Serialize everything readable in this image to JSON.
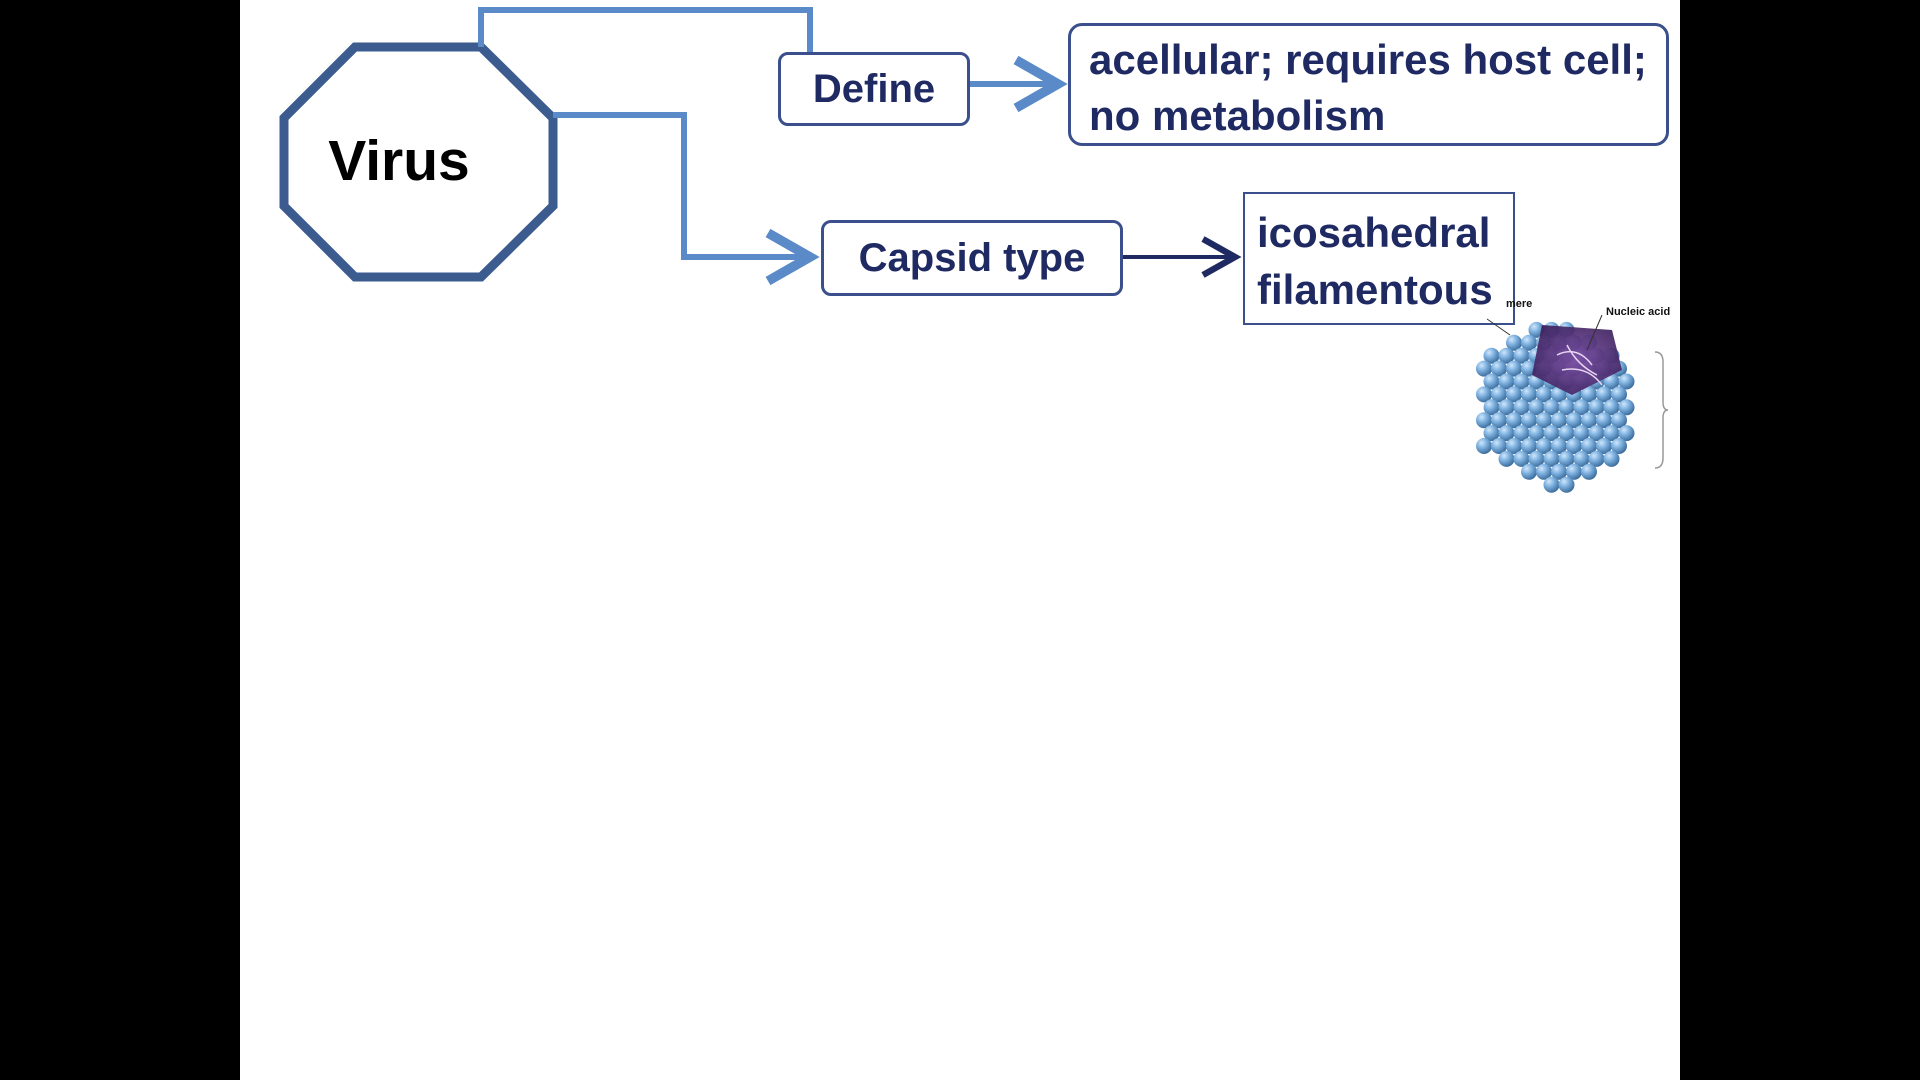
{
  "diagram": {
    "root": {
      "label": "Virus"
    },
    "branches": [
      {
        "label": "Define",
        "detail_lines": [
          "acellular; requires host cell;",
          "no metabolism"
        ]
      },
      {
        "label": "Capsid type",
        "detail_lines": [
          "icosahedral",
          "filamentous"
        ]
      }
    ],
    "figure": {
      "labels": [
        "mere",
        "Nucleic acid"
      ]
    },
    "colors": {
      "octagon_stroke": "#3c5b8f",
      "connector_light": "#5b8ac8",
      "connector_dark": "#1f2a63",
      "text_dark": "#1f2a63"
    }
  }
}
